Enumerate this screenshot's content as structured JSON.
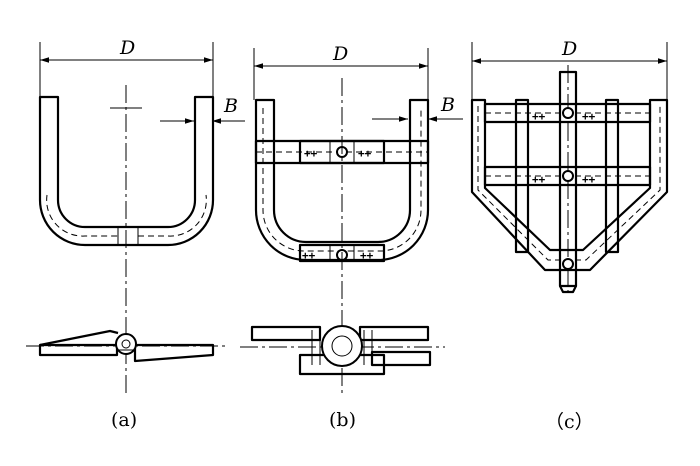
{
  "figures": [
    {
      "id": "a",
      "caption": "(a)",
      "dim_width": "D",
      "dim_thickness": "B"
    },
    {
      "id": "b",
      "caption": "(b)",
      "dim_width": "D",
      "dim_thickness": "B"
    },
    {
      "id": "c",
      "caption": "（c）",
      "dim_width": "D"
    }
  ],
  "weld_mark": "++"
}
